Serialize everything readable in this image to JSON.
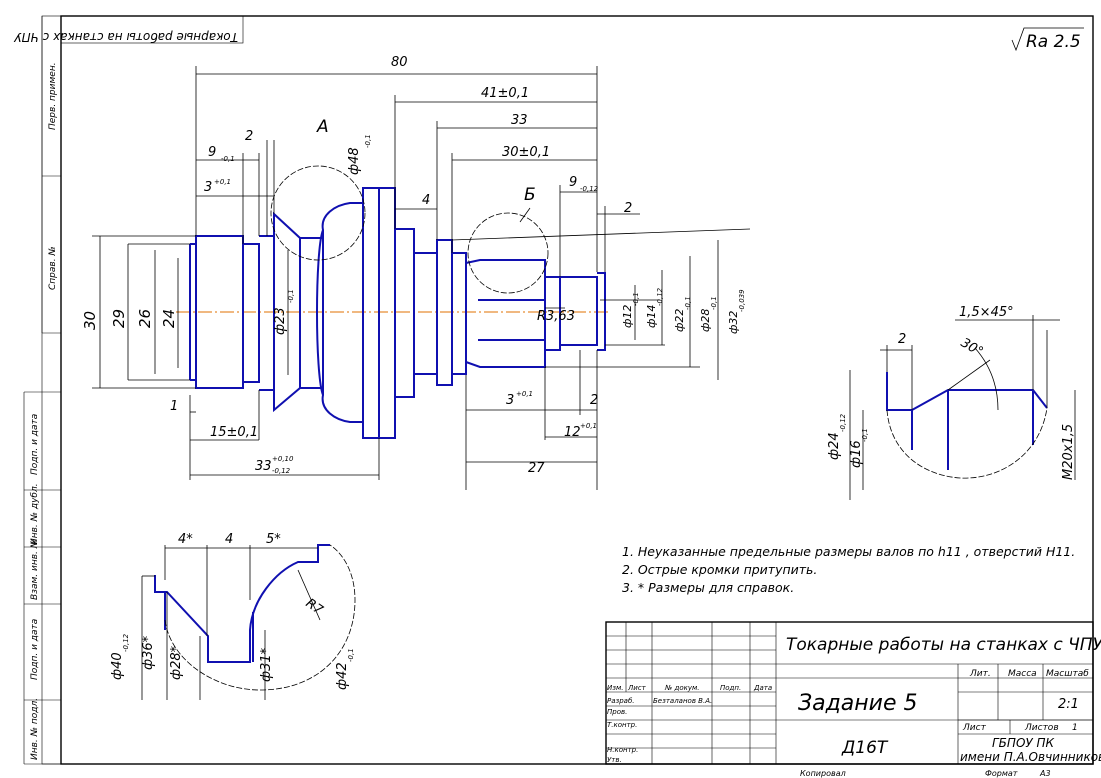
{
  "roughness": "Ra 2.5",
  "stamp_top": "Токарные работы на станках с ЧПУ",
  "side_cells": [
    "Перв. примен.",
    "Справ. №",
    "Подп. и дата",
    "Инв. № дубл.",
    "Взам. инв. №",
    "Подп. и дата",
    "Инв. № подл."
  ],
  "main_dims": {
    "d80": "80",
    "d41": "41±0,1",
    "d33": "33",
    "d30": "30±0,1",
    "d4": "4",
    "d9": "9",
    "d9tol": "-0,1",
    "d2a": "2",
    "d3": "3",
    "d3tol": "+0,1",
    "labelA": "А",
    "labelB": "Б",
    "d48": "ф48",
    "d48tol": "-0,1",
    "d9b": "9",
    "d9btol": "-0,12",
    "d2b": "2",
    "dia30": "30",
    "dia29": "29",
    "dia26": "26",
    "dia24": "24",
    "d23": "ф23",
    "d23tol": "-0,1",
    "r363": "R3,63",
    "d12": "ф12",
    "d12tol": "-0,1",
    "d14": "ф14",
    "d14tol": "-0,12",
    "d22": "ф22",
    "d22tol": "-0,1",
    "d28": "ф28",
    "d28tol": "-0,1",
    "d32": "ф32",
    "d32tol": "-0,039",
    "d1": "1",
    "d15": "15±0,1",
    "d33b": "33",
    "d33btol1": "+0,10",
    "d33btol2": "-0,12",
    "d3b": "3",
    "d3btol": "+0,1",
    "d2c": "2",
    "d12b": "12",
    "d12btol": "+0,1",
    "d27": "27"
  },
  "detailA": {
    "s1": "4*",
    "s2": "4",
    "s3": "5*",
    "r7": "R7",
    "d40": "ф40",
    "d40tol": "-0,12",
    "d36": "ф36*",
    "d28": "ф28*",
    "d31": "ф31*",
    "d42": "ф42",
    "d42tol": "-0,1"
  },
  "detailB": {
    "chamfer": "1,5×45°",
    "angle": "30°",
    "w2": "2",
    "d24": "ф24",
    "d24tol": "-0,12",
    "d16": "ф16",
    "d16tol": "-0,1",
    "thread": "M20x1,5"
  },
  "notes": [
    "1. Неуказанные предельные размеры валов по h11 , отверстий H11.",
    "2. Острые кромки притупить.",
    "3. * Размеры для справок."
  ],
  "title_block": {
    "title": "Токарные работы на станках с ЧПУ",
    "name": "Задание 5",
    "material": "Д16Т",
    "org1": "ГБПОУ ПК",
    "org2": "имени П.А.Овчинникова",
    "scale": "2:1",
    "sheet_label": "Лист",
    "sheets_label": "Листов",
    "sheets_val": "1",
    "lit": "Лит.",
    "mass": "Масса",
    "scale_label": "Масштаб",
    "hdr": [
      "Изм.",
      "Лист",
      "№ докум.",
      "Подп.",
      "Дата"
    ],
    "roles": [
      "Разраб.",
      "Пров.",
      "Т.контр.",
      "Н.контр.",
      "Утв."
    ],
    "developer": "Безталанов В.А.",
    "copied": "Копировал",
    "format_label": "Формат",
    "format": "A3"
  }
}
